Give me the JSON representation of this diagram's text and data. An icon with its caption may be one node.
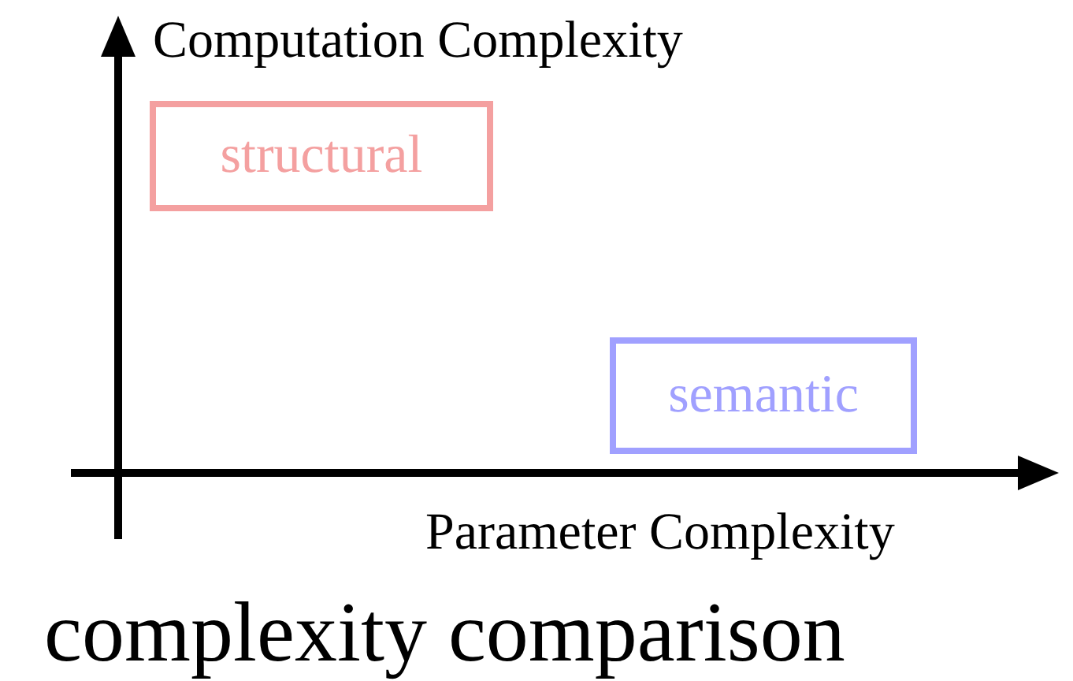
{
  "diagram": {
    "caption": "complexity comparison",
    "nodes": [
      {
        "text": [
          "structural"
        ]
      },
      {
        "text": [
          "semantic"
        ]
      }
    ],
    "labels": [
      "Computation Complexity",
      "Parameter Complexity"
    ]
  }
}
